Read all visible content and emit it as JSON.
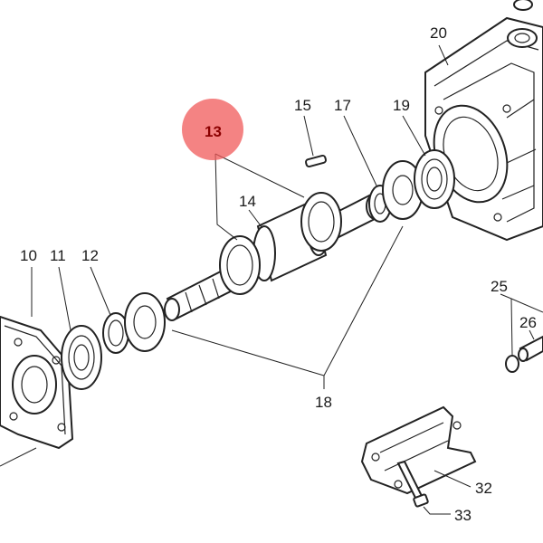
{
  "diagram": {
    "labels": {
      "p10": "10",
      "p11": "11",
      "p12": "12",
      "p13": "13",
      "p14": "14",
      "p15": "15",
      "p17": "17",
      "p18": "18",
      "p19": "19",
      "p20": "20",
      "p25": "25",
      "p26": "26",
      "p32": "32",
      "p33": "33"
    },
    "highlight": {
      "part": "13",
      "color": "#f05a5a"
    }
  }
}
